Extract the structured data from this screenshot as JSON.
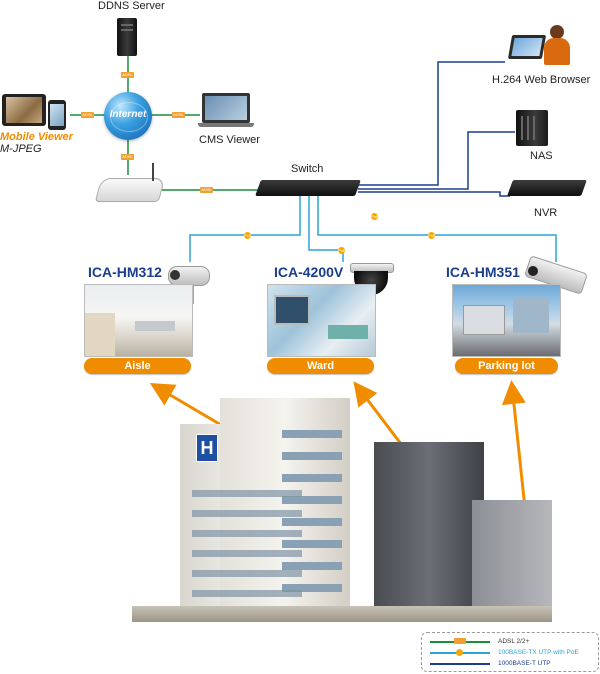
{
  "nodes": {
    "ddns_server": "DDNS Server",
    "internet": "Internet",
    "mobile_viewer": "Mobile Viewer",
    "mobile_viewer_sub": "M-JPEG",
    "cms_viewer": "CMS Viewer",
    "switch": "Switch",
    "web_browser": "H.264 Web Browser",
    "nas": "NAS",
    "nvr": "NVR"
  },
  "connection_tags": {
    "adsl": "ADSL",
    "poe": "PoE"
  },
  "cameras": [
    {
      "model": "ICA-HM312",
      "location": "Aisle"
    },
    {
      "model": "ICA-4200V",
      "location": "Ward"
    },
    {
      "model": "ICA-HM351",
      "location": "Parking lot"
    }
  ],
  "building": {
    "sign": "H"
  },
  "legend": {
    "items": [
      {
        "label": "ADSL 2/2+",
        "line_color": "#1a8f3a",
        "text_color": "#333333"
      },
      {
        "label": "100BASE-TX UTP with PoE",
        "line_color": "#2aa6d6",
        "text_color": "#2aa6d6"
      },
      {
        "label": "1000BASE-T UTP",
        "line_color": "#1a3e8c",
        "text_color": "#1a3e8c"
      }
    ]
  },
  "colors": {
    "accent_orange": "#f08c00",
    "title_blue": "#1a3e8c",
    "adsl_green": "#1a8f3a",
    "poe_cyan": "#2aa6d6",
    "gigabit_navy": "#1a3e8c"
  }
}
